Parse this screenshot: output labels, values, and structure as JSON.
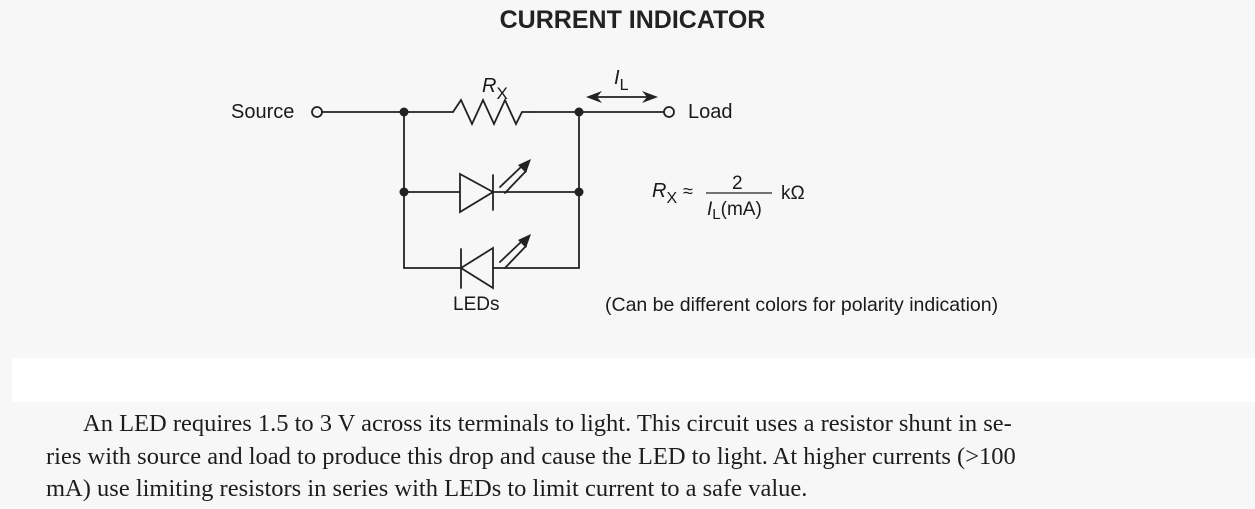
{
  "title": "CURRENT INDICATOR",
  "schematic": {
    "source_label": "Source",
    "load_label": "Load",
    "resistor_label": {
      "main": "R",
      "sub": "X"
    },
    "current_label": {
      "main": "I",
      "sub": "L"
    },
    "leds_label": "LEDs",
    "formula": {
      "lhs_main": "R",
      "lhs_sub": "X",
      "approx": "≈",
      "numerator": "2",
      "denominator_main": "I",
      "denominator_sub": "L",
      "denominator_unit": "(mA)",
      "unit": "kΩ"
    },
    "note": "(Can be different colors for polarity indication)"
  },
  "paragraph": {
    "lines": [
      "An LED requires 1.5 to 3 V across its terminals to light. This circuit uses a resistor shunt in se-",
      "ries with source and load to produce this drop and cause the LED to light. At higher currents (>100",
      "mA) use limiting resistors in series with LEDs to limit current to a safe value."
    ]
  }
}
